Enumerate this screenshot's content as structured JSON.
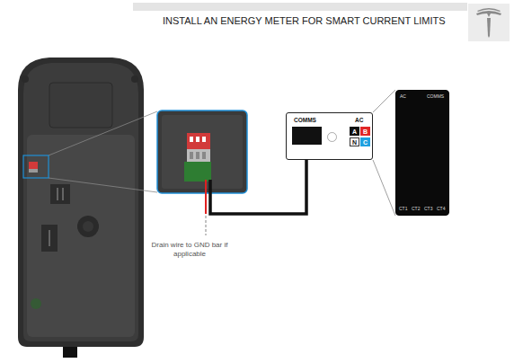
{
  "diagram": {
    "title": "INSTALL AN ENERGY METER FOR SMART CURRENT LIMITS",
    "nodes": [
      {
        "text": [
          "COMMS",
          "AC"
        ]
      },
      {
        "text": [
          "A"
        ],
        "in": 0
      },
      {
        "text": [
          "B"
        ],
        "in": 0
      },
      {
        "text": [
          "N"
        ],
        "in": 0
      },
      {
        "text": [
          "C"
        ],
        "in": 0
      },
      {
        "text": [
          "AC",
          "COMMS",
          "CT1",
          "CT2",
          "CT3",
          "CT4"
        ]
      }
    ],
    "edges": [
      {
        "from": 0,
        "to": 5,
        "arrow": "none"
      },
      {
        "from": 0,
        "to": 5,
        "arrow": "none"
      }
    ],
    "labels": [
      "Drain wire to GND bar if applicable"
    ]
  }
}
